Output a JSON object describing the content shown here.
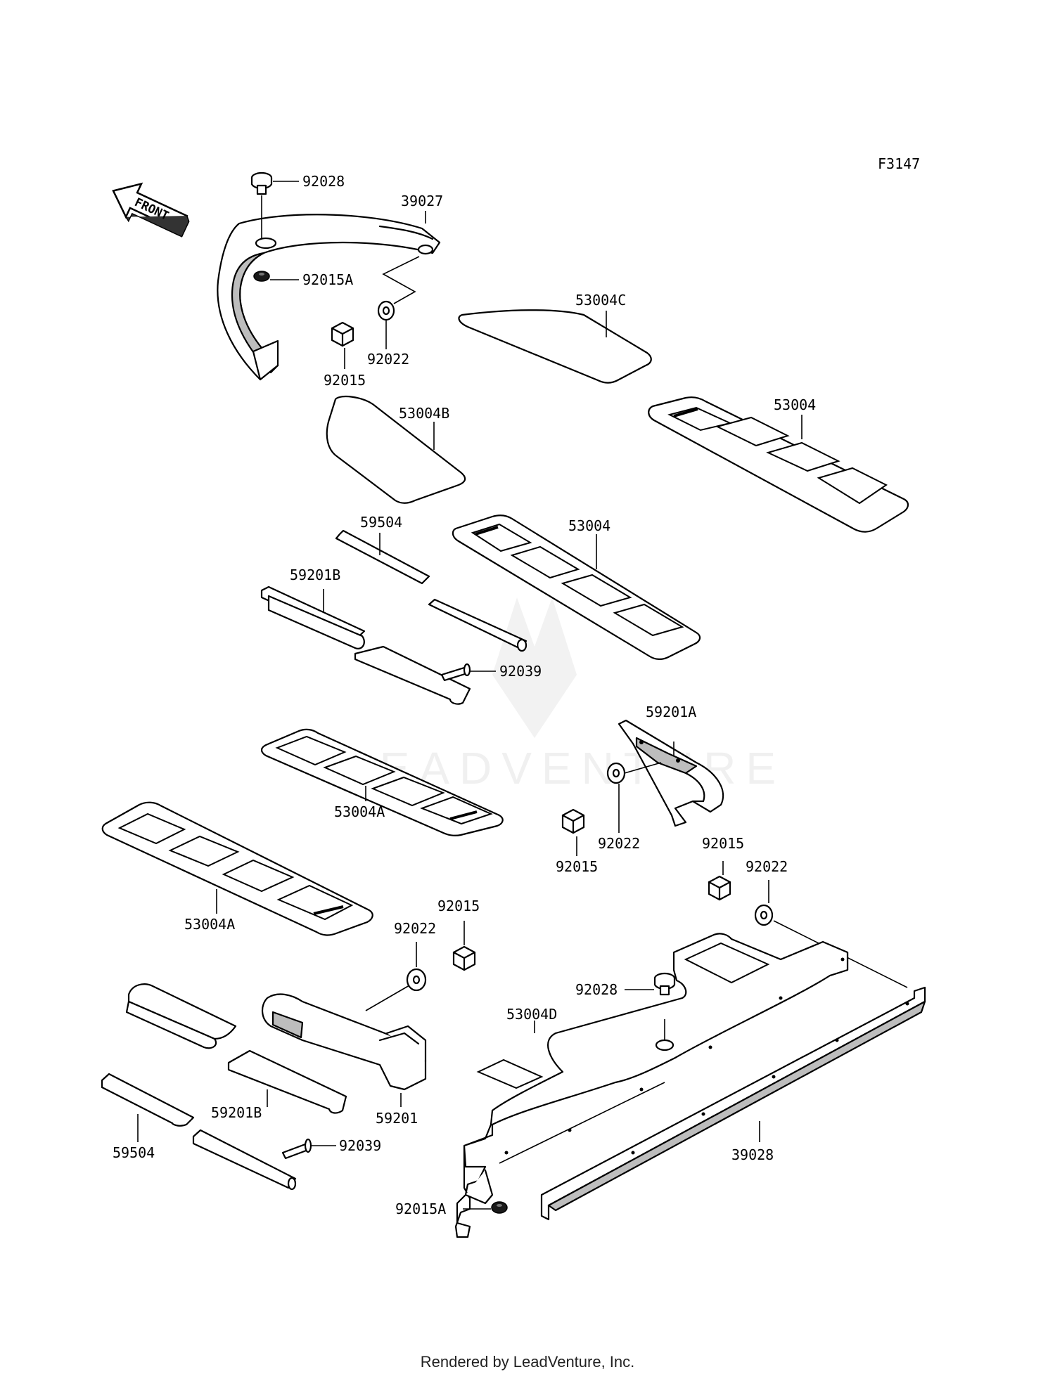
{
  "figure_code": "F3147",
  "front_indicator": "FRONT",
  "watermark": "LEADVENTURE",
  "callouts": {
    "c92028_top": "92028",
    "c39027": "39027",
    "c92015A_top": "92015A",
    "c92022_a": "92022",
    "c92015_a": "92015",
    "c53004C": "53004C",
    "c53004B": "53004B",
    "c53004_right": "53004",
    "c59504_top": "59504",
    "c53004_mid": "53004",
    "c59201B_top": "59201B",
    "c92039_top": "92039",
    "c53004A_mid": "53004A",
    "c59201A": "59201A",
    "c92022_b": "92022",
    "c92015_b": "92015",
    "c92015_c": "92015",
    "c92022_c": "92022",
    "c53004A_left": "53004A",
    "c92015_d": "92015",
    "c92022_d": "92022",
    "c92028_bottom": "92028",
    "c53004D": "53004D",
    "c59201": "59201",
    "c59201B_bottom": "59201B",
    "c92039_bottom": "92039",
    "c59504_bottom": "59504",
    "c39028": "39028",
    "c92015A_bottom": "92015A"
  },
  "credit": "Rendered by LeadVenture, Inc."
}
